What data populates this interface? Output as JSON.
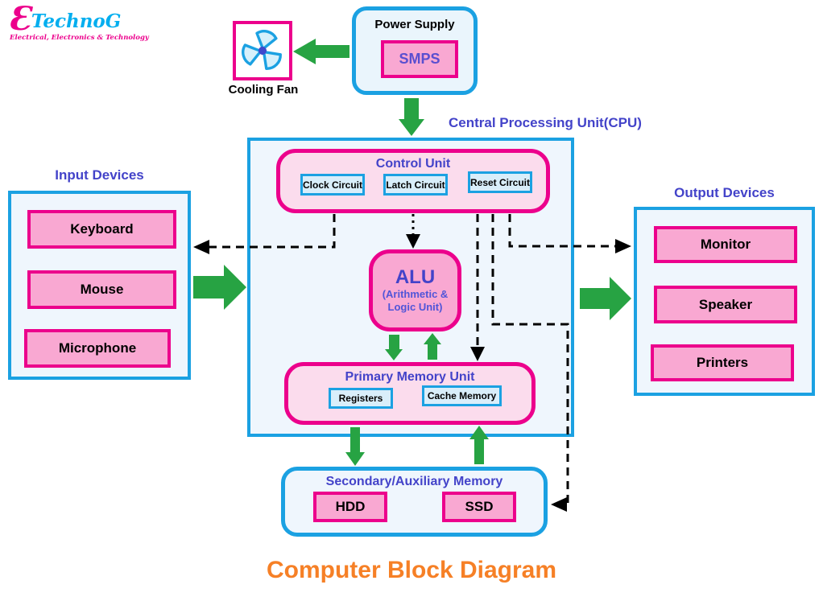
{
  "logo": {
    "mark": "Ɛ",
    "name": "TechnoG",
    "tagline": "Electrical, Electronics & Technology"
  },
  "cooling_fan": {
    "label": "Cooling Fan"
  },
  "power_supply": {
    "title": "Power Supply",
    "unit": "SMPS"
  },
  "cpu": {
    "label": "Central Processing Unit(CPU)",
    "control_unit": {
      "title": "Control Unit",
      "items": [
        "Clock Circuit",
        "Latch Circuit",
        "Reset Circuit"
      ]
    },
    "alu": {
      "title": "ALU",
      "sub1": "(Arithmetic &",
      "sub2": "Logic Unit)"
    },
    "primary_memory": {
      "title": "Primary Memory Unit",
      "items": [
        "Registers",
        "Cache Memory"
      ]
    }
  },
  "secondary_memory": {
    "title": "Secondary/Auxiliary Memory",
    "items": [
      "HDD",
      "SSD"
    ]
  },
  "input_devices": {
    "title": "Input Devices",
    "items": [
      "Keyboard",
      "Mouse",
      "Microphone"
    ]
  },
  "output_devices": {
    "title": "Output Devices",
    "items": [
      "Monitor",
      "Speaker",
      "Printers"
    ]
  },
  "footer": {
    "title": "Computer Block Diagram"
  },
  "colors": {
    "pink_border": "#EC008C",
    "pink_fill": "#F9A8D2",
    "light_pink_fill": "#FBDCED",
    "cyan_border": "#1BA1E2",
    "light_blue_fill": "#EFF6FD",
    "small_box_fill": "#D9EEFA",
    "heading_blue": "#4343C9",
    "smps_text": "#5A4FD0",
    "green_arrow": "#27A343",
    "dashed_line": "#000000",
    "orange_title": "#F68026",
    "logo_pink": "#EC008C",
    "logo_cyan": "#00AEEF"
  }
}
